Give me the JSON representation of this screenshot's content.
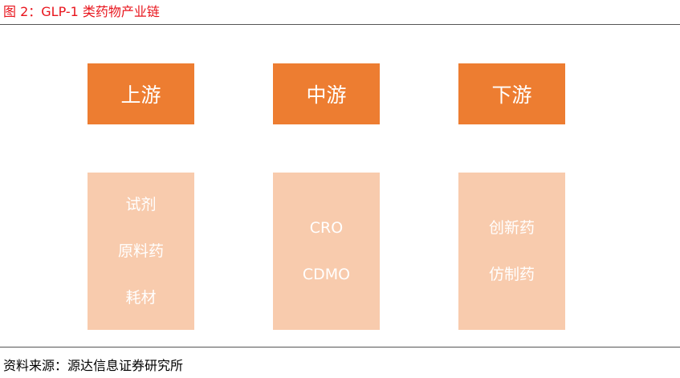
{
  "caption": "图 2：GLP-1 类药物产业链",
  "columns": [
    {
      "title": "上游",
      "items": [
        "试剂",
        "原料药",
        "耗材"
      ]
    },
    {
      "title": "中游",
      "items": [
        "CRO",
        "CDMO"
      ]
    },
    {
      "title": "下游",
      "items": [
        "创新药",
        "仿制药"
      ]
    }
  ],
  "source": "资料来源：源达信息证券研究所",
  "colors": {
    "caption": "#e8141c",
    "header_fill": "#ed7d31",
    "body_fill": "#f8cbad",
    "text_on_fill": "#ffffff"
  }
}
